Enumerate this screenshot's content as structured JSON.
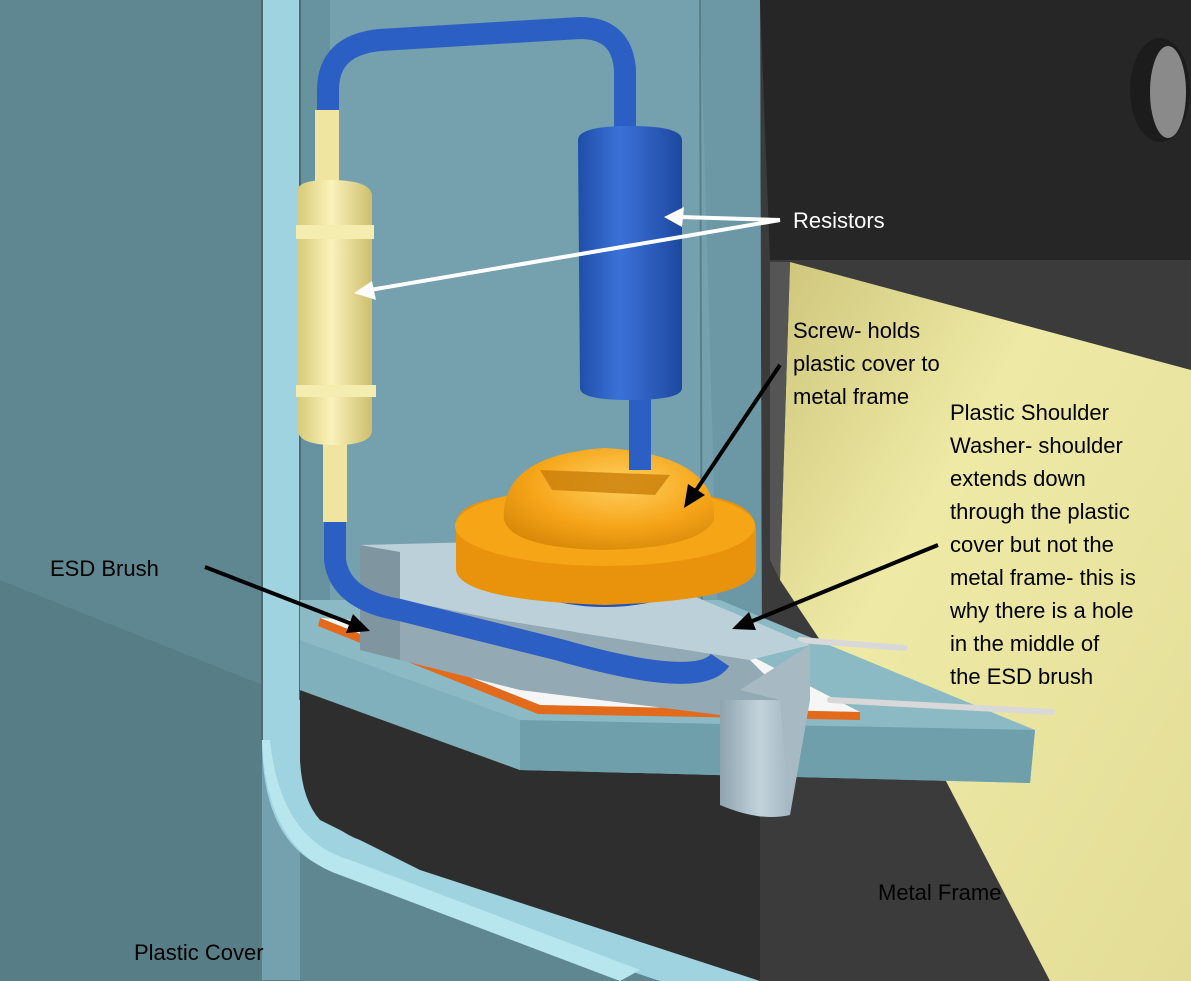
{
  "labels": {
    "resistors": "Resistors",
    "screw": [
      "Screw- holds",
      "plastic cover to",
      "metal frame"
    ],
    "washer": [
      "Plastic Shoulder",
      "Washer- shoulder",
      "extends down",
      "through the plastic",
      "cover but not the",
      "metal frame- this is",
      "why there is a hole",
      "in the middle of",
      "the ESD brush"
    ],
    "esd_brush": "ESD Brush",
    "metal_frame": "Metal Frame",
    "plastic_cover": "Plastic Cover"
  },
  "colors": {
    "background_cover": "#5f8791",
    "inner_panel": "#74a1ad",
    "metal_dark": "#3a3a3a",
    "yellow_panel": "#eae79d",
    "blue_resistor": "#2c5fc4",
    "yellow_resistor": "#efe5a0",
    "screw_orange": "#f5a516",
    "washer_gray": "#a9bcc6",
    "esd_orange": "#e36a1a",
    "arrow_white": "#ffffff",
    "arrow_black": "#000000"
  }
}
